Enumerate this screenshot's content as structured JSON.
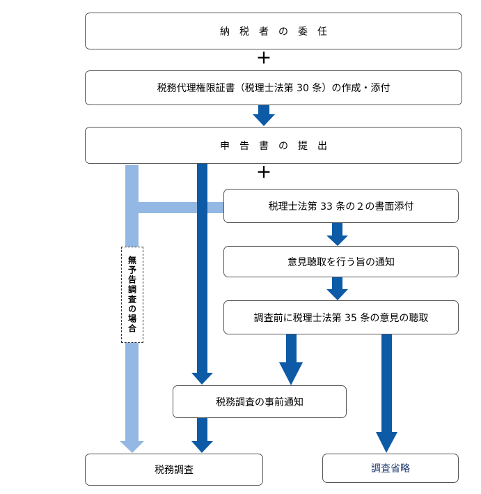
{
  "boxes": {
    "entrust": "納　税　者　の　委　任",
    "certificate": "税務代理権限証書（税理士法第 30 条）の作成・添付",
    "filing": "申　告　書　の　提　出",
    "art33": "税理士法第 33 条の２の書面添付",
    "notice_opinion": "意見聴取を行う旨の通知",
    "hearing": "調査前に税理士法第 35 条の意見の聴取",
    "prior_notice": "税務調査の事前通知",
    "audit": "税務調査",
    "omitted": "調査省略"
  },
  "plus_signs": [
    "＋",
    "＋"
  ],
  "side_label": "無予告調査の場合",
  "colors": {
    "dark_arrow": "#0d5aa6",
    "light_arrow": "#94b8e4",
    "omitted_text": "#1f3a6e"
  }
}
